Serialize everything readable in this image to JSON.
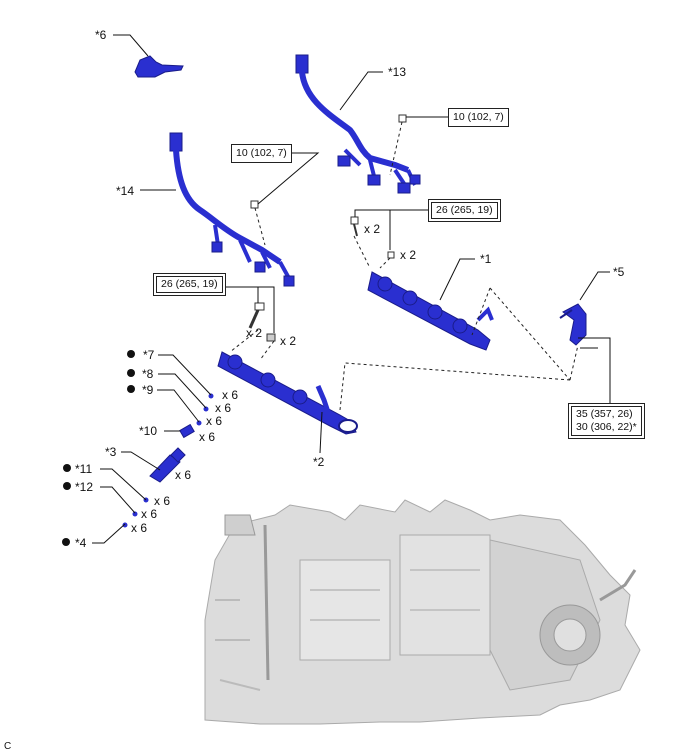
{
  "labels": {
    "p1": "*1",
    "p2": "*2",
    "p3": "*3",
    "p4": "*4",
    "p5": "*5",
    "p6": "*6",
    "p7": "*7",
    "p8": "*8",
    "p9": "*9",
    "p10": "*10",
    "p11": "*11",
    "p12": "*12",
    "p13": "*13",
    "p14": "*14"
  },
  "quantities": {
    "x2": "x 2",
    "x6": "x 6"
  },
  "torque": {
    "t10": "10 (102, 7)",
    "t26": "26 (265, 19)",
    "t35": "35 (357, 26)",
    "t30": "30 (306, 22)*"
  },
  "corner_mark": "C",
  "colors": {
    "part": "#2a2fd0",
    "part_dark": "#1a1c8a",
    "engine": "#c8c8c8"
  }
}
